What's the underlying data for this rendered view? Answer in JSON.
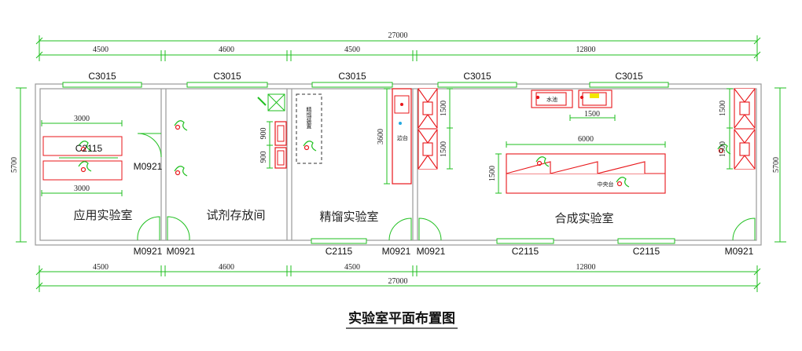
{
  "title": "实验室平面布置图",
  "dimensions": {
    "total": "27000",
    "segments": [
      "4500",
      "4600",
      "4500",
      "12800"
    ],
    "height": "5700"
  },
  "rooms": [
    "应用实验室",
    "试剂存放间",
    "精馏实验室",
    "合成实验室"
  ],
  "windows": {
    "top": [
      "C3015",
      "C3015",
      "C3015",
      "C3015",
      "C3015"
    ],
    "bottom": [
      "C2115",
      "C2115",
      "C2115"
    ],
    "inner": "C2115"
  },
  "doors": {
    "label": "M0921"
  },
  "furniture": {
    "bench_width_a": "3000",
    "bench_width_b": "3000",
    "cabinet_900_a": "900",
    "cabinet_900_b": "900",
    "distill_label": "精馏装置",
    "bench_3600": "3600",
    "hood_1500_a": "1500",
    "hood_1500_b": "1500",
    "sink_1500": "1500",
    "center_6000": "6000",
    "center_1500": "1500",
    "right_1500_a": "1500",
    "right_1500_b": "1500",
    "center_bench_label": "中央台",
    "sink_bench_label": "水池",
    "side_bench_label": "边台"
  },
  "colors": {
    "wall": "#9a9a9a",
    "dimension": "#1fbf1f",
    "furniture": "#e8161a",
    "window": "#1fbf1f",
    "text": "#111111"
  }
}
